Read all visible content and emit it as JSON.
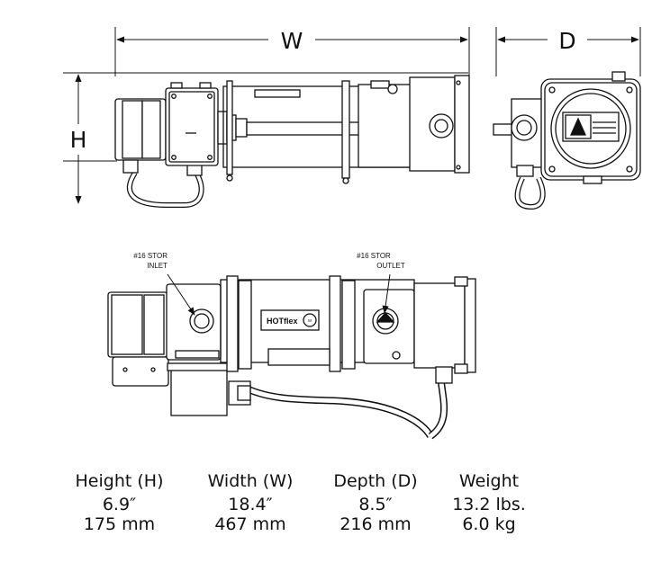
{
  "dimension_labels": {
    "width": "W",
    "height": "H",
    "depth": "D"
  },
  "callouts": {
    "inlet": [
      "#16 STOR",
      "INLET"
    ],
    "outlet": [
      "#16 STOR",
      "OUTLET"
    ]
  },
  "logo": {
    "text": "HOTflex",
    "badge": "M"
  },
  "specs": [
    {
      "heading": "Height (H)",
      "imperial": "6.9″",
      "metric": "175 mm"
    },
    {
      "heading": "Width (W)",
      "imperial": "18.4″",
      "metric": "467 mm"
    },
    {
      "heading": "Depth (D)",
      "imperial": "8.5″",
      "metric": "216 mm"
    },
    {
      "heading": "Weight",
      "imperial": "13.2 lbs.",
      "metric": "6.0 kg"
    }
  ]
}
